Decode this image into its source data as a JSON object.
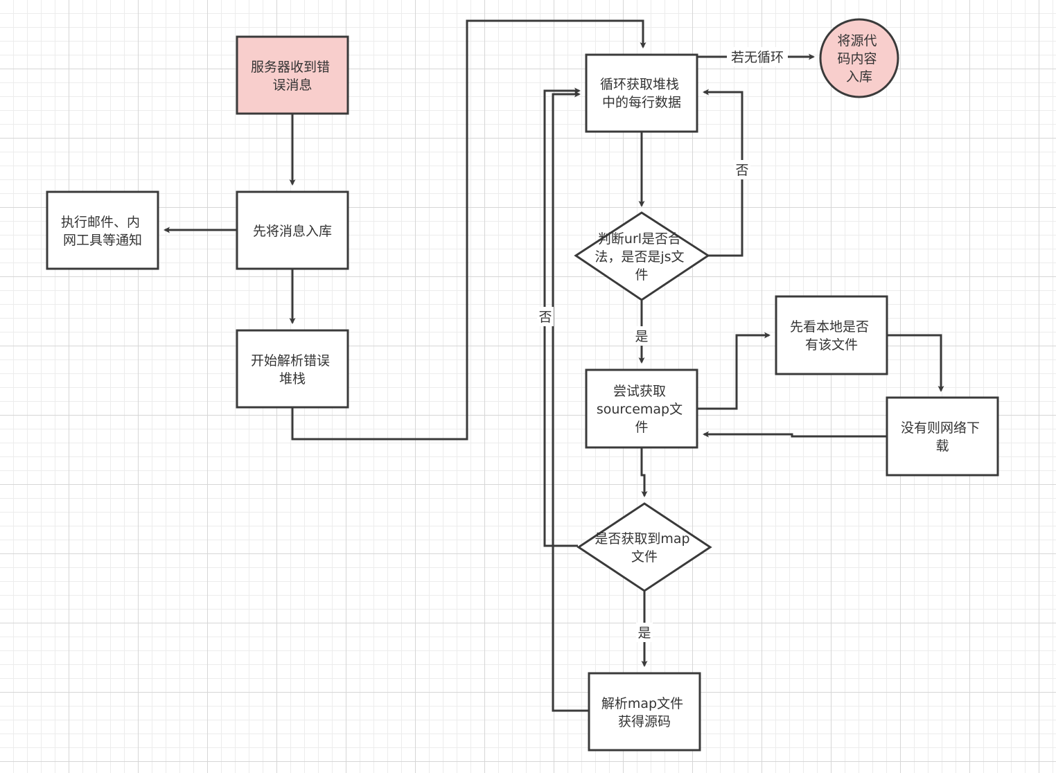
{
  "colors": {
    "stroke": "#3a3a3a",
    "text": "#333333",
    "start_fill": "#f8cecc",
    "end_fill": "#f8cecc",
    "node_fill": "#ffffff"
  },
  "nodes": {
    "receive_error": {
      "lines": [
        "服务器收到错",
        "误消息"
      ]
    },
    "store_message": {
      "lines": [
        "先将消息入库"
      ]
    },
    "notify": {
      "lines": [
        "执行邮件、内",
        "网工具等通知"
      ]
    },
    "parse_stack": {
      "lines": [
        "开始解析错误",
        "堆栈"
      ]
    },
    "loop_stack": {
      "lines": [
        "循环获取堆栈",
        "中的每行数据"
      ]
    },
    "save_source": {
      "lines": [
        "将源代",
        "码内容",
        "入库"
      ]
    },
    "check_url": {
      "lines": [
        "判断url是否合",
        "法，是否是js文",
        "件"
      ]
    },
    "try_sourcemap": {
      "lines": [
        "尝试获取",
        "sourcemap文",
        "件"
      ]
    },
    "check_local": {
      "lines": [
        "先看本地是否",
        "有该文件"
      ]
    },
    "download": {
      "lines": [
        "没有则网络下",
        "载"
      ]
    },
    "map_obtained": {
      "lines": [
        "是否获取到map",
        "文件"
      ]
    },
    "parse_map": {
      "lines": [
        "解析map文件",
        "获得源码"
      ]
    }
  },
  "edge_labels": {
    "no_loop": "若无循环",
    "url_no": "否",
    "url_yes": "是",
    "map_no": "否",
    "map_yes": "是"
  }
}
